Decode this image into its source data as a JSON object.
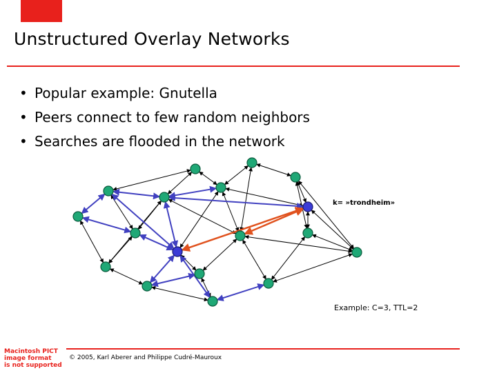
{
  "slide": {
    "title": "Unstructured Overlay Networks",
    "bullets": [
      "Popular example: Gnutella",
      "Peers connect to few random neighbors",
      "Searches are flooded in the network"
    ],
    "bullet_symbol": "•"
  },
  "diagram": {
    "key_label": "k=  »trondheim»",
    "example_label": "Example: C=3, TTL=2",
    "colors": {
      "node_fill": "#1fa876",
      "node_stroke": "#0a5a3c",
      "query_node_fill": "#3b3bd6",
      "flood_edge": "#4040c0",
      "answer_edge": "#e0521e",
      "edge": "#000000"
    }
  },
  "pict_notice": [
    "Macintosh PICT",
    "image format",
    "is not supported"
  ],
  "footer": {
    "copyright": "© 2005, Karl Aberer and Philippe Cudré-Mauroux"
  }
}
